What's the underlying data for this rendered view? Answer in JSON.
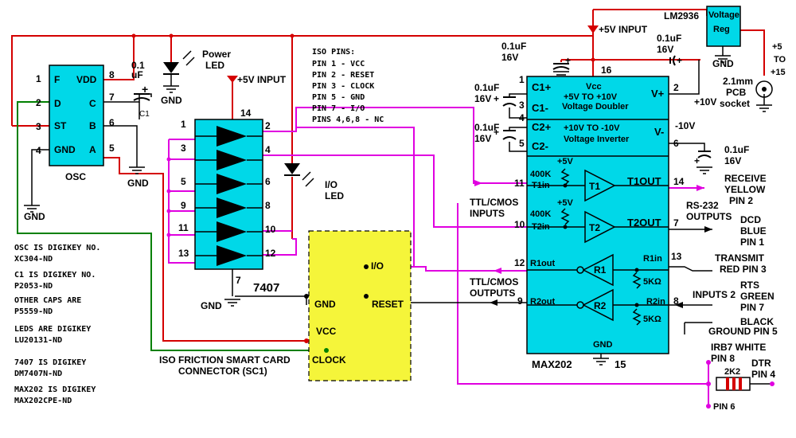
{
  "osc": {
    "name": "OSC",
    "pins_left": [
      {
        "num": "1",
        "label": "F"
      },
      {
        "num": "2",
        "label": "D"
      },
      {
        "num": "3",
        "label": "ST"
      },
      {
        "num": "4",
        "label": "GND"
      }
    ],
    "pins_right": [
      {
        "num": "8",
        "label": "VDD"
      },
      {
        "num": "7",
        "label": "C"
      },
      {
        "num": "6",
        "label": "B"
      },
      {
        "num": "5",
        "label": "A"
      }
    ]
  },
  "caps": {
    "osc_cap_value": "0.1",
    "osc_cap_unit": "uF",
    "c1_label": "C1",
    "vr_cap_value": "0.1uF",
    "vr_cap_voltage": "16V",
    "c1p_cap_value": "0.1uF",
    "c1p_cap_voltage": "16V",
    "c2p_cap_value": "0.1uF",
    "c2p_cap_voltage": "16V",
    "vcc_cap_value": "0.1uF",
    "vcc_cap_voltage": "16V",
    "neg_cap_value": "0.1uF",
    "neg_cap_voltage": "16V"
  },
  "labels": {
    "gnd": "GND",
    "power_led_1": "Power",
    "power_led_2": "LED",
    "io_led_1": "I/O",
    "io_led_2": "LED",
    "plus5_input": "+5V INPUT",
    "plus5_input_top": "+5V INPUT",
    "plus10v": "+10V",
    "minus10v": "-10V",
    "plus5v": "+5V",
    "res400k": "400K",
    "res5k": "5KΩ",
    "ttl_cmos": "TTL/CMOS",
    "inputs": "INPUTS",
    "outputs": "OUTPUTS",
    "rs232": "RS-232",
    "rs232_outputs": "OUTPUTS",
    "inputs_2": "INPUTS 2",
    "socket_1": "2.1mm",
    "socket_2": "PCB",
    "socket_3": "socket",
    "supply_1": "+5",
    "supply_2": "TO",
    "supply_3": "+15",
    "res2k2": "2K2"
  },
  "iso_pins": {
    "title": "ISO PINS:",
    "lines": [
      "PIN 1 - VCC",
      "PIN 2 - RESET",
      "PIN 3 - CLOCK",
      "PIN 5 - GND",
      "PIN 7 - I/O",
      "PINS 4,6,8 - NC"
    ]
  },
  "ic7407": {
    "name": "7407",
    "pin_vcc": "14",
    "pin_gnd": "7",
    "inputs": [
      "1",
      "3",
      "5",
      "9",
      "11",
      "13"
    ],
    "outputs": [
      "2",
      "4",
      "6",
      "8",
      "10",
      "12"
    ]
  },
  "regulator": {
    "part": "LM2936",
    "line1": "Voltage",
    "line2": "Reg"
  },
  "max202": {
    "name": "MAX202",
    "pin_vcc": "16",
    "pin_gnd": "15",
    "gnd_label": "GND",
    "c1p": "C1+",
    "c1m": "C1-",
    "c2p": "C2+",
    "c2m": "C2-",
    "vcc": "Vcc",
    "doubler_1": "+5V TO +10V",
    "doubler_2": "Voltage Doubler",
    "inverter_1": "+10V TO -10V",
    "inverter_2": "Voltage Inverter",
    "vplus": "V+",
    "vminus": "V-",
    "p1": "1",
    "p2": "2",
    "p3": "3",
    "p4": "4",
    "p5": "5",
    "p6": "6",
    "t1in": "T1in",
    "t2in": "T2in",
    "t1out": "T1OUT",
    "t2out": "T2OUT",
    "t1": "T1",
    "t2": "T2",
    "r1": "R1",
    "r2": "R2",
    "r1out": "R1out",
    "r2out": "R2out",
    "r1in": "R1in",
    "r2in": "R2in",
    "p11": "11",
    "p10": "10",
    "p12": "12",
    "p9": "9",
    "p14": "14",
    "p7": "7",
    "p13": "13",
    "p8": "8"
  },
  "smartcard": {
    "io": "I/O",
    "gnd": "GND",
    "reset": "RESET",
    "vcc": "VCC",
    "clock": "CLOCK",
    "title_1": "ISO FRICTION SMART CARD",
    "title_2": "CONNECTOR (SC1)"
  },
  "rs232_pins": {
    "receive_1": "RECEIVE",
    "receive_2": "YELLOW",
    "receive_3": "PIN 2",
    "dcd_1": "DCD",
    "dcd_2": "BLUE",
    "dcd_3": "PIN 1",
    "transmit_1": "TRANSMIT",
    "transmit_2": "RED PIN 3",
    "rts_1": "RTS",
    "rts_2": "GREEN",
    "rts_3": "PIN 7",
    "black_1": "BLACK",
    "black_2": "GROUND PIN 5",
    "irb_1": "IRB7 WHITE",
    "irb_2": "PIN 8",
    "dtr_1": "DTR",
    "dtr_2": "PIN 4",
    "pin6": "PIN 6"
  },
  "parts_list": [
    "OSC IS DIGIKEY NO.",
    "XC304-ND",
    "C1 IS DIGIKEY NO.",
    "P2053-ND",
    "OTHER CAPS ARE",
    "P5559-ND",
    "LEDS ARE DIGIKEY",
    "LU20131-ND",
    "7407 IS DIGIKEY",
    "DM7407N-ND",
    "MAX202 IS DIGIKEY",
    "MAX202CPE-ND"
  ],
  "colors": {
    "red_wire": "#d40000",
    "magenta_wire": "#e000e0",
    "green_wire": "#008000",
    "cyan_ic": "#00d8e8",
    "yellow_card": "#f5f53a",
    "black": "#000000"
  }
}
